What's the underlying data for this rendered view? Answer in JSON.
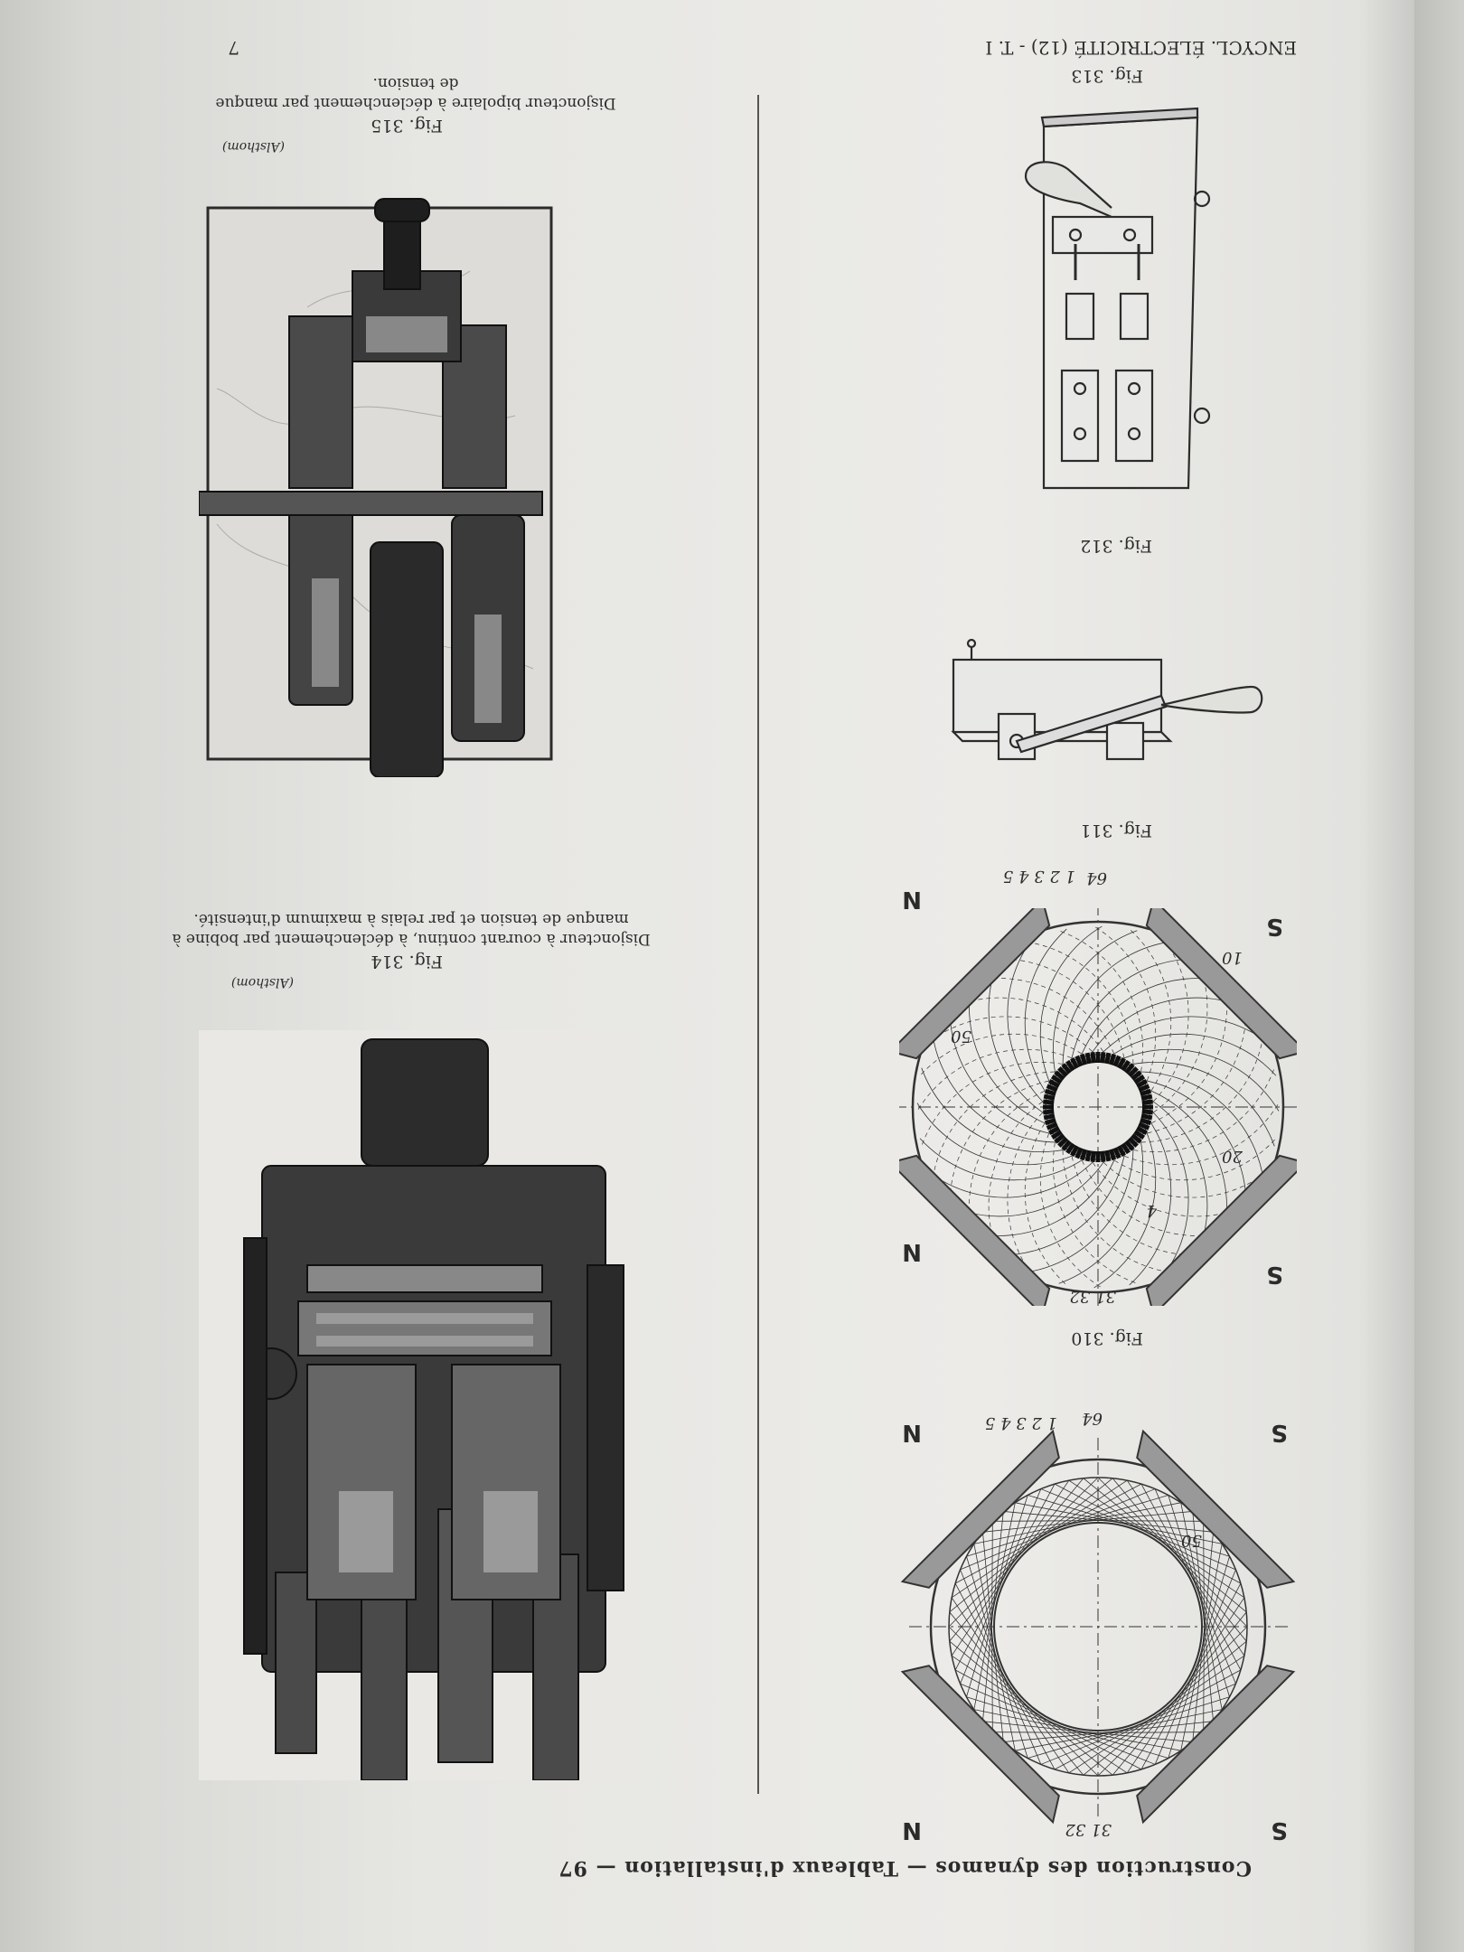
{
  "running_head": {
    "title": "Construction des dynamos — Tableaux d'installation — 97",
    "footer_left": "ENCYCL. ÉLECTRICITÉ (12) - T. I",
    "footer_right": "7"
  },
  "figures": {
    "fig310": {
      "label": "Fig. 310",
      "poles": [
        "S",
        "N",
        "S",
        "N"
      ],
      "winding_numbers": [
        "31 32",
        "50",
        "64",
        "1 2 3 4 5"
      ]
    },
    "fig311": {
      "label": "Fig. 311",
      "poles": [
        "S",
        "N",
        "S",
        "N"
      ],
      "winding_numbers": [
        "31 32",
        "20",
        "50",
        "10",
        "64",
        "1 2 3 4 5",
        "4"
      ]
    },
    "fig312": {
      "label": "Fig. 312"
    },
    "fig313": {
      "label": "Fig. 313"
    },
    "fig314": {
      "label": "Fig. 314",
      "caption": "Disjoncteur à courant continu, à déclenchement par bobine à manque de tension et par relais à maximum d'intensité.",
      "credit": "(Alsthom)"
    },
    "fig315": {
      "label": "Fig. 315",
      "caption": "Disjoncteur bipolaire à déclenchement par manque de tension.",
      "credit": "(Alsthom)"
    }
  },
  "colors": {
    "paper": "#e9e8e5",
    "ink": "#2b2b2b",
    "photo_dark": "#2a2a2a"
  }
}
